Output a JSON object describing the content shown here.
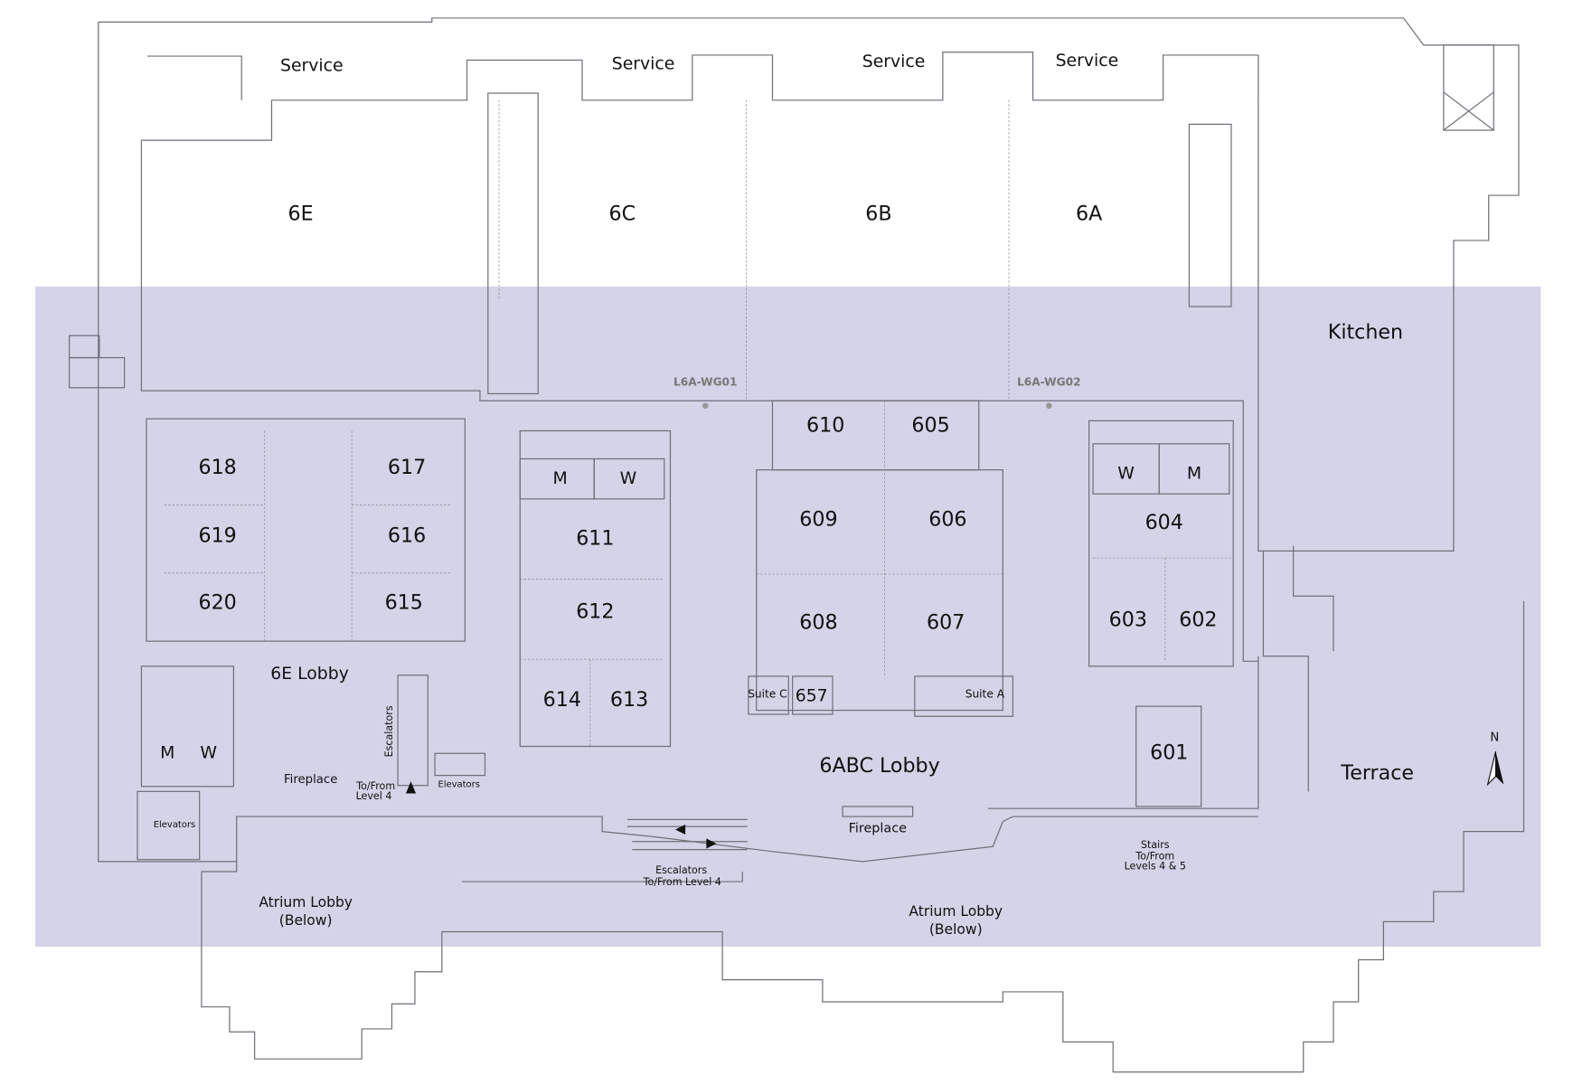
{
  "map": {
    "colors": {
      "highlight": "#d5d3e8",
      "wall": "#6f6f78",
      "text": "#111111",
      "wayfinding": "#777777"
    },
    "service_labels": [
      "Service",
      "Service",
      "Service",
      "Service"
    ],
    "ballrooms": {
      "e": "6E",
      "c": "6C",
      "b": "6B",
      "a": "6A"
    },
    "kitchen": "Kitchen",
    "terrace": "Terrace",
    "wayfinding": {
      "wg01": "L6A-WG01",
      "wg02": "L6A-WG02"
    },
    "rooms": {
      "r610": "610",
      "r605": "605",
      "r618": "618",
      "r617": "617",
      "r619": "619",
      "r616": "616",
      "r620": "620",
      "r615": "615",
      "r611": "611",
      "r612": "612",
      "r614": "614",
      "r613": "613",
      "r609": "609",
      "r606": "606",
      "r608": "608",
      "r607": "607",
      "r604": "604",
      "r603": "603",
      "r602": "602",
      "r601": "601",
      "r657": "657"
    },
    "suites": {
      "c": "Suite C",
      "a": "Suite A"
    },
    "restrooms": {
      "m1": "M",
      "w1": "W",
      "w2": "W",
      "m2": "M",
      "m3": "M",
      "w3": "W"
    },
    "lobbies": {
      "e": "6E Lobby",
      "abc": "6ABC Lobby"
    },
    "fireplaces": {
      "west": "Fireplace",
      "center": "Fireplace"
    },
    "escalators_west": {
      "label": "Escalators",
      "line1": "To/From",
      "line2": "Level 4"
    },
    "elevators": {
      "center": "Elevators",
      "west": "Elevators"
    },
    "escalators_center": {
      "line1": "Escalators",
      "line2": "To/From Level 4"
    },
    "stairs": {
      "line1": "Stairs",
      "line2": "To/From",
      "line3": "Levels 4 & 5"
    },
    "atrium_west": {
      "line1": "Atrium Lobby",
      "line2": "(Below)"
    },
    "atrium_east": {
      "line1": "Atrium Lobby",
      "line2": "(Below)"
    },
    "north": "N"
  }
}
